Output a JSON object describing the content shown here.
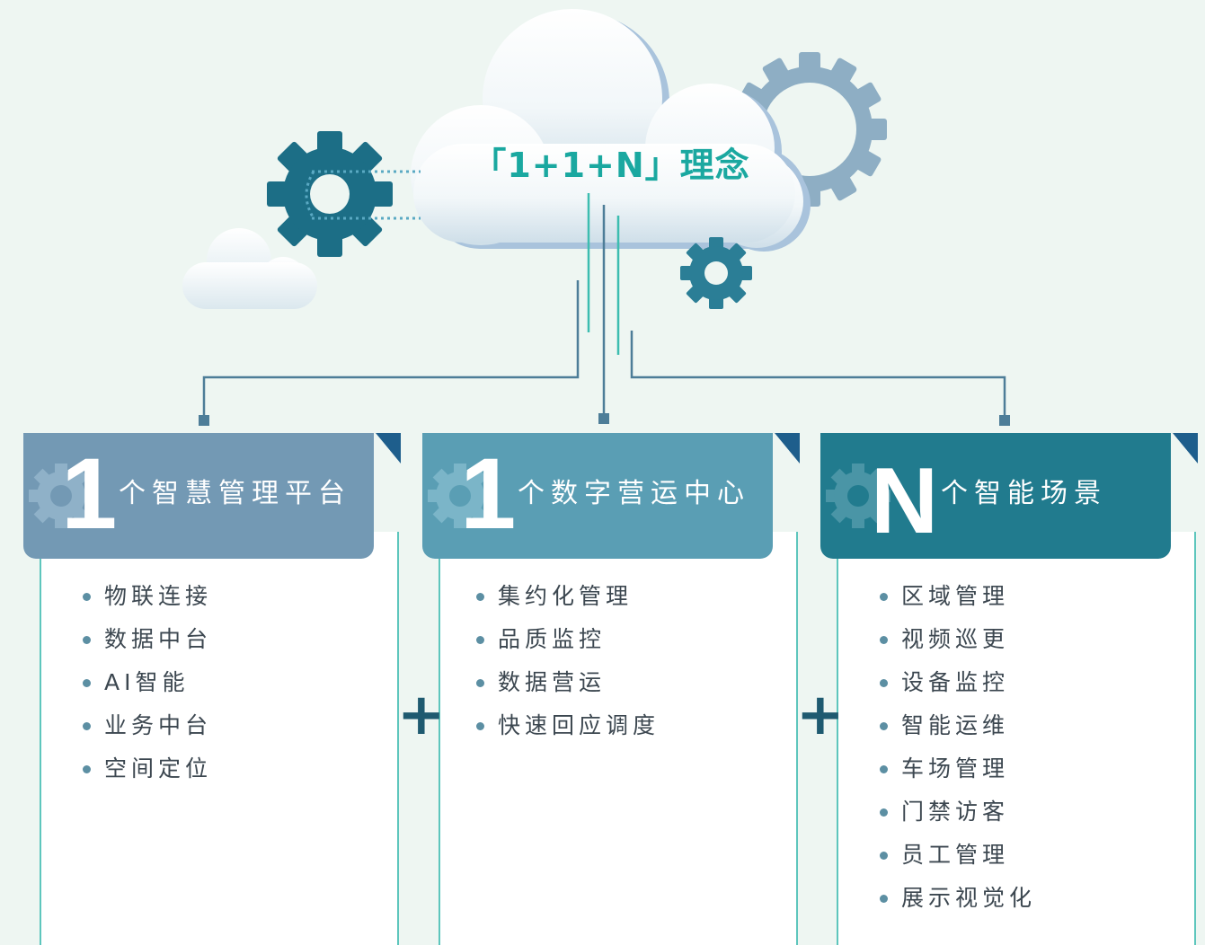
{
  "title": "「1+1+N」理念",
  "plus_sign": "+",
  "colors": {
    "background": "#eef6f2",
    "accent_teal": "#1aa8a0",
    "card1_header": "#7399b4",
    "card2_header": "#5a9eb4",
    "card3_header": "#217b8e",
    "connector": "#4d7d98"
  },
  "cards": [
    {
      "number": "1",
      "title": "个智慧管理平台",
      "items": [
        "物联连接",
        "数据中台",
        "AI智能",
        "业务中台",
        "空间定位"
      ]
    },
    {
      "number": "1",
      "title": "个数字营运中心",
      "items": [
        "集约化管理",
        "品质监控",
        "数据营运",
        "快速回应调度"
      ]
    },
    {
      "number": "N",
      "title": "个智能场景",
      "items": [
        "区域管理",
        "视频巡更",
        "设备监控",
        "智能运维",
        "车场管理",
        "门禁访客",
        "员工管理",
        "展示视觉化"
      ]
    }
  ]
}
